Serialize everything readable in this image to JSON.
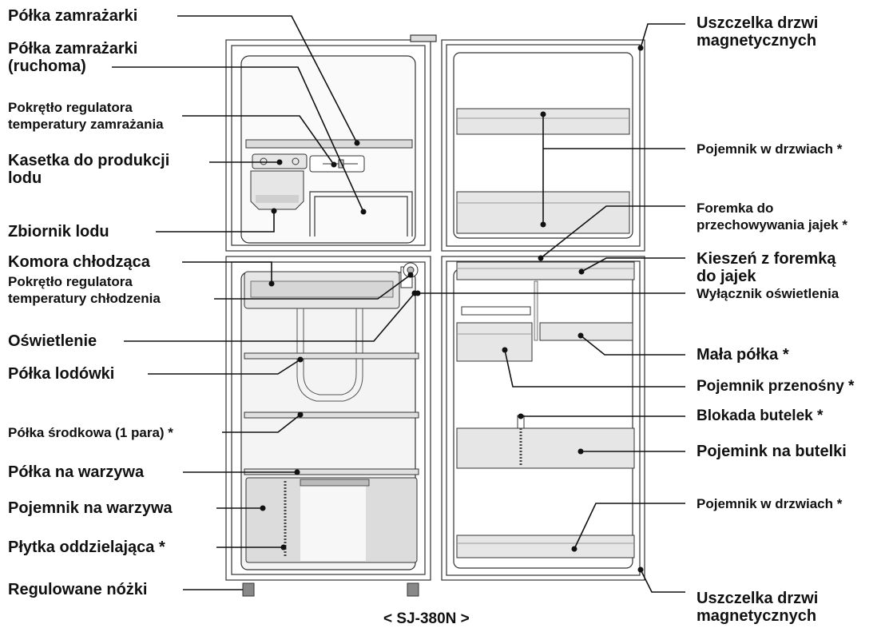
{
  "caption": "< SJ-380N >",
  "labels": {
    "freezer_shelf": "Półka zamrażarki",
    "freezer_shelf_movable_1": "Półka zamrażarki",
    "freezer_shelf_movable_2": "(ruchoma)",
    "freezer_knob_1": "Pokrętło regulatora",
    "freezer_knob_2": "temperatury zamrażania",
    "ice_tray_1": "Kasetka do produkcji",
    "ice_tray_2": "lodu",
    "ice_bin": "Zbiornik lodu",
    "chiller": "Komora chłodząca",
    "fridge_knob_1": "Pokrętło regulatora",
    "fridge_knob_2": "temperatury chłodzenia",
    "light": "Oświetlenie",
    "fridge_shelf": "Półka lodówki",
    "middle_shelf": "Półka środkowa (1 para) *",
    "crisper_shelf": "Półka na warzywa",
    "crisper": "Pojemnik na warzywa",
    "divider": "Płytka oddzielająca *",
    "feet": "Regulowane nóżki",
    "seal_top_1": "Uszczelka drzwi",
    "seal_top_2": "magnetycznych",
    "door_pocket_top": "Pojemnik w drzwiach *",
    "egg_holder_1": "Foremka do",
    "egg_holder_2": "przechowywania jajek *",
    "egg_pocket_1": "Kieszeń z foremką",
    "egg_pocket_2": "do jajek",
    "light_switch": "Wyłącznik oświetlenia",
    "small_shelf": "Mała półka *",
    "portable_pocket": "Pojemnik przenośny *",
    "bottle_stopper": "Blokada butelek *",
    "bottle_pocket": "Pojemink na butelki",
    "door_pocket_bottom": "Pojemnik w drzwiach *",
    "seal_bottom_1": "Uszczelka drzwi",
    "seal_bottom_2": "magnetycznych"
  }
}
